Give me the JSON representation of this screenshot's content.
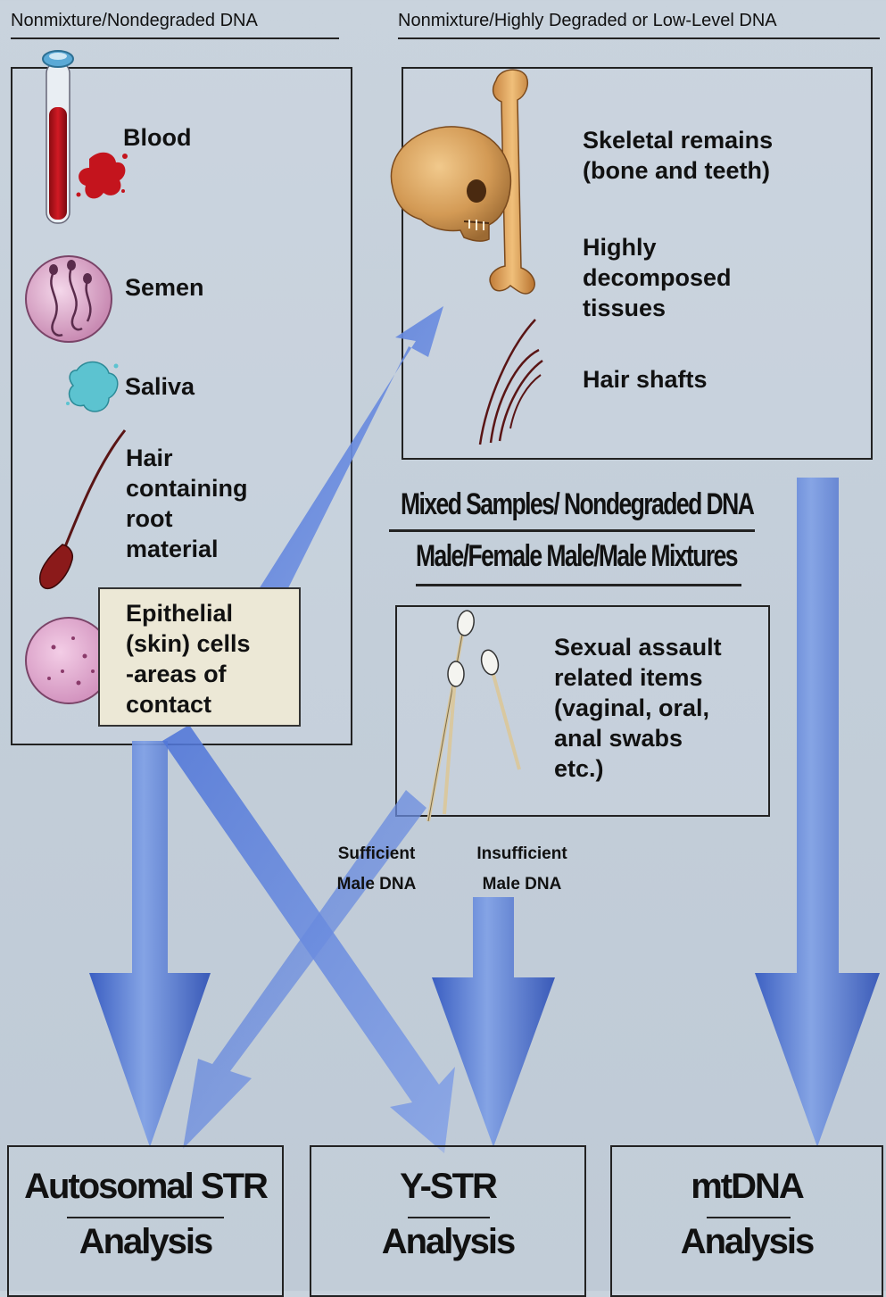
{
  "headers": {
    "left": "Nonmixture/Nondegraded DNA",
    "right": "Nonmixture/Highly Degraded or Low-Level DNA"
  },
  "left_box": {
    "blood": "Blood",
    "semen": "Semen",
    "saliva": "Saliva",
    "hair": [
      "Hair",
      "containing",
      "root",
      "material"
    ],
    "epithelial": [
      "Epithelial",
      "(skin) cells",
      "-areas of",
      "contact"
    ]
  },
  "right_box": {
    "skeletal": [
      "Skeletal remains",
      "(bone and teeth)"
    ],
    "decomposed": [
      "Highly",
      "decomposed",
      "tissues"
    ],
    "hair_shafts": "Hair shafts"
  },
  "mixed": {
    "title_line1": "Mixed Samples/ Nondegraded DNA",
    "title_line2": "Male/Female  Male/Male Mixtures"
  },
  "assault_box": {
    "lines": [
      "Sexual assault",
      "related items",
      "(vaginal, oral,",
      "anal swabs",
      "etc.)"
    ]
  },
  "branch_labels": {
    "sufficient": [
      "Sufficient",
      "Male DNA"
    ],
    "insufficient": [
      "Insufficient",
      "Male DNA"
    ]
  },
  "outputs": {
    "autosomal": [
      "Autosomal STR",
      "Analysis"
    ],
    "ystr": [
      "Y-STR",
      "Analysis"
    ],
    "mtdna": [
      "mtDNA",
      "Analysis"
    ]
  },
  "colors": {
    "arrow_blue": "#3f63c8",
    "arrow_light": "#a9bde6",
    "blood_red": "#b3121a",
    "bone": "#d79a4a"
  }
}
